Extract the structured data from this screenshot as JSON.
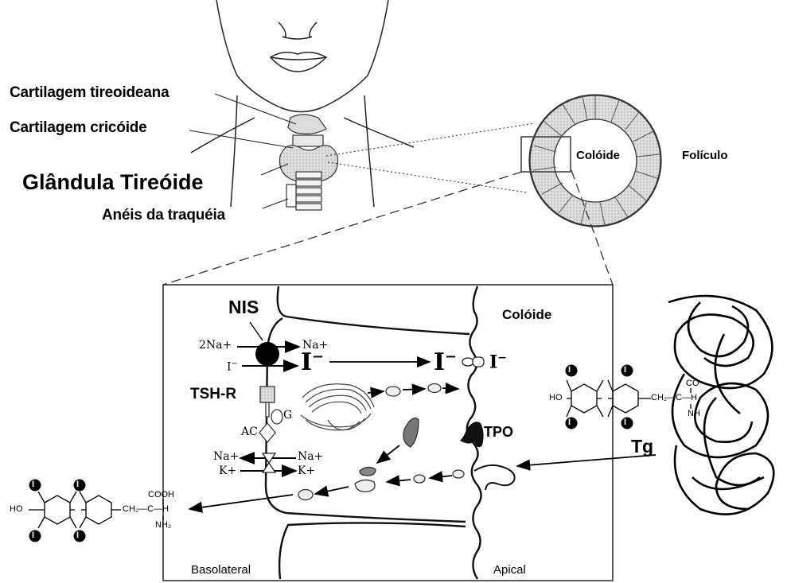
{
  "anatomy": {
    "thyroid_cartilage": "Cartilagem tireoideana",
    "cricoid_cartilage": "Cartilagem cricóide",
    "thyroid_gland": "Glândula Tireóide",
    "tracheal_rings": "Anéis da traquéia"
  },
  "follicle": {
    "colloid": "Colóide",
    "follicle": "Folículo"
  },
  "cell": {
    "colloid": "Colóide",
    "nis": "NIS",
    "na2_in": "2Na+",
    "na_out": "Na+",
    "iodide_small": "I",
    "iodide_big": "I",
    "iodide_apical": "I",
    "iodide_colloid": "I",
    "tsh_r": "TSH-R",
    "g_protein": "G",
    "ac": "AC",
    "na_left": "Na+",
    "na_right": "Na+",
    "k_left": "K+",
    "k_right": "K+",
    "tpo": "TPO",
    "tg": "Tg",
    "basolateral": "Basolateral",
    "apical": "Apical"
  },
  "t4_out": {
    "cooh": "COOH",
    "ho": "HO",
    "chain": "CH₂—C—H",
    "nh2": "NH₂",
    "iodine": "I"
  },
  "t4_tg": {
    "ho": "HO",
    "co": "CO",
    "chain": "CH₂—C—H",
    "nh": "NH",
    "iodine": "I"
  }
}
